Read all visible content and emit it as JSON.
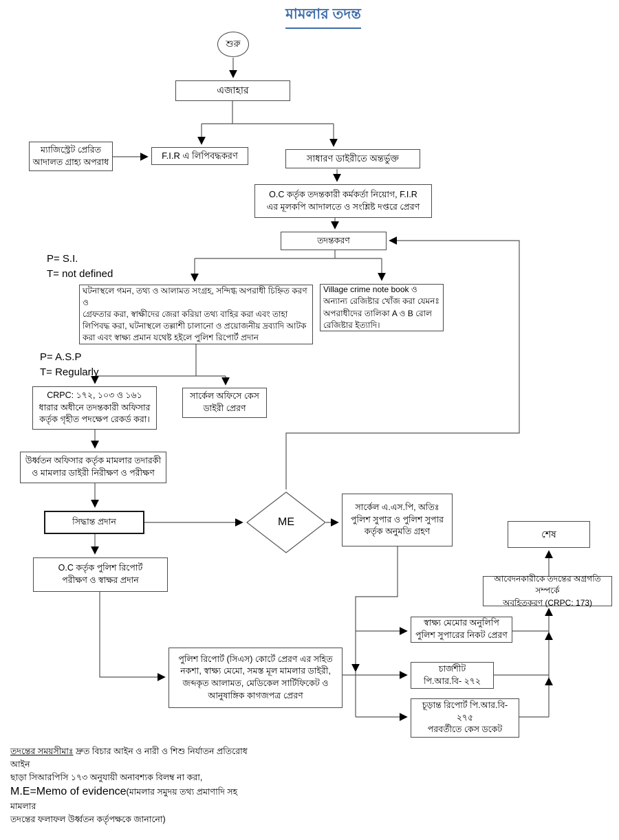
{
  "title": "মামলার তদন্ত",
  "annotations": {
    "p_si": [
      "P= S.I.",
      "T= not defined"
    ],
    "p_asp": [
      "P= A.S.P",
      "T= Regularly"
    ]
  },
  "nodes": {
    "start": "শুরু",
    "ejahar": "এজাহার",
    "magistrate": [
      "ম্যাজিস্ট্রেট প্রেরিত",
      "আদালত গ্রাহ্য অপরাধ"
    ],
    "fir": "F.I.R এ লিপিবদ্ধকরণ",
    "general_diary": "সাধারণ ডাইরীতে অন্তর্ভুক্ত",
    "oc_assign": [
      "O.C কর্তৃক তদন্তকারী কর্মকর্তা নিয়োগ, F.I.R",
      "এর মূলকপি আদালতে ও সংশ্লিষ্ট দপ্তরে প্রেরণ"
    ],
    "investigation": "তদন্তকরণ",
    "crime_scene": [
      "ঘটনাস্থলে গমন, তথ্য ও আলামত সংগ্রহ, সন্দিগ্ধ অপরাধী চিহ্নিত করণ ও",
      "গ্রেফতার করা, স্বাক্ষীদের জেরা করিয়া তথ্য বাহির করা এবং তাহা",
      "লিপিবদ্ধ করা, ঘটনাস্থলে তল্লাশী চালানো ও প্রয়োজনীয় দ্রব্যাদি আটক",
      "করা এবং স্বাক্ষ্য প্রমান যথেষ্ট হইলে পুলিশ রিপোর্ট প্রদান"
    ],
    "village_book": [
      "Village crime note book ও",
      "অন্যান্য রেজিষ্টার খোঁজ করা যেমনঃ",
      "অপরাধীদের তালিকা A ও B রোল",
      "রেজিষ্টার ইত্যাদি।"
    ],
    "crpc_record": [
      "CRPC: ১৭২, ১০৩ ও ১৬১",
      "ধারার অধীনে তদন্তকারী অফিসার",
      "কর্তৃক গৃহীত পদক্ষেপ রেকর্ড করা।"
    ],
    "circle_office": [
      "সার্কেল অফিসে কেস",
      "ডাইরী প্রেরণ"
    ],
    "supervision": [
      "উর্ধ্বতন অফিসার কর্তৃক মামলার তদারকী",
      "ও মামলার ডাইরী নিরীক্ষণ ও পরীক্ষণ"
    ],
    "decision": "সিদ্ধান্ত প্রদান",
    "me": "ME",
    "approval": [
      "সার্কেল এ.এস.পি, অতিঃ",
      "পুলিশ সুপার ও পুলিশ সুপার",
      "কর্তৃক অনুমতি গ্রহণ"
    ],
    "end": "শেষ",
    "oc_report": [
      "O.C কর্তৃক পুলিশ রিপোর্ট",
      "পরীক্ষণ ও স্বাক্ষর প্রদান"
    ],
    "inform_applicant": [
      "আবেদনকারীকে তদন্তের অগ্রগতি সম্পর্কে",
      "অবহিতকরণ (CRPC: 173)"
    ],
    "memo_copy": [
      "স্বাক্ষ্য মেমোর অনুলিপি",
      "পুলিশ সুপারের নিকট প্রেরণ"
    ],
    "chargesheet": [
      "চার্জশীট",
      "পি.আর.বি- ২৭২"
    ],
    "final_report": [
      "চূড়ান্ত রিপোর্ট পি.আর.বি-",
      "২৭৫",
      "পরবর্তীতে কেস ডকেট"
    ],
    "cs_report": [
      "পুলিশ রিপোর্ট (সিএস) কোর্টে প্রেরণ এর সহিত",
      "নকশা, স্বাক্ষ্য মেমো, সমস্ত মূল মামলার ডাইরী,",
      "জব্দকৃত আলামত, মেডিকেল সার্টিফিকেট ও",
      "আনুষাঙ্গিক কাগজপত্র প্রেরণ"
    ]
  },
  "footer": {
    "time_limit_label": "তদন্তের সময়সীমাঃ",
    "line1_rest": " দ্রুত বিচার আইন ও নারী ও শিশু নির্যাতন প্রতিরোধ আইন",
    "line2": "ছাড়া সিআরপিসি ১৭৩ অনুযায়ী অনাবশ্যক বিলম্ব না করা,",
    "me_label": "M.E=Memo of evidence",
    "line3_rest": "(মামলার সমুদয় তথ্য প্রমাণাদি সহ মামলার",
    "line4": "তদন্তের ফলাফল উর্ধ্বতন কর্তৃপক্ষকে জানানো)"
  },
  "colors": {
    "title_blue": "#3e6da8",
    "line": "#555555",
    "arrow": "#000000",
    "background": "#ffffff"
  }
}
